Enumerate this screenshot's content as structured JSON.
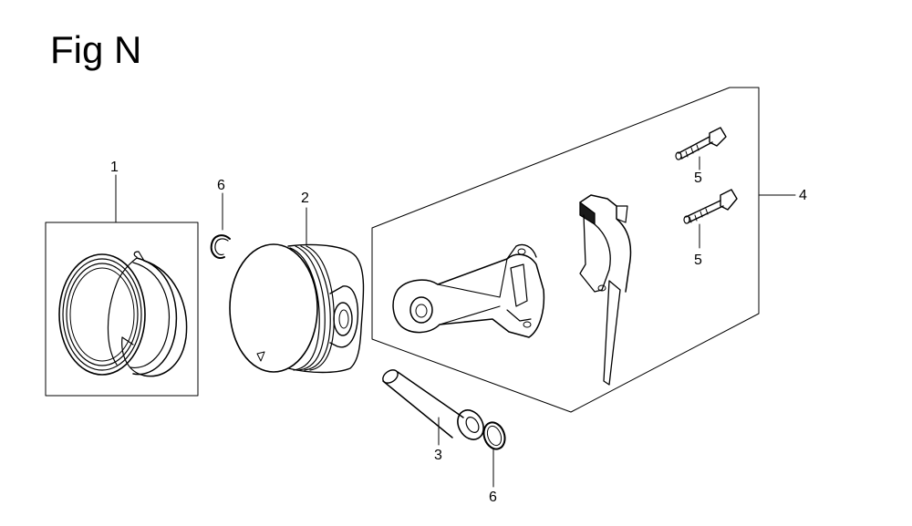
{
  "title": "Fig N",
  "callouts": {
    "c1": "1",
    "c2": "2",
    "c3": "3",
    "c4": "4",
    "c5a": "5",
    "c5b": "5",
    "c6a": "6",
    "c6b": "6"
  },
  "parts": {
    "p1": "piston-ring-set",
    "p2": "piston",
    "p3": "piston-pin",
    "p4": "connecting-rod-assembly",
    "p5": "connecting-rod-bolt",
    "p6": "piston-pin-clip"
  },
  "colors": {
    "line": "#000000",
    "background": "#ffffff",
    "shade": "#1a1a1a"
  }
}
